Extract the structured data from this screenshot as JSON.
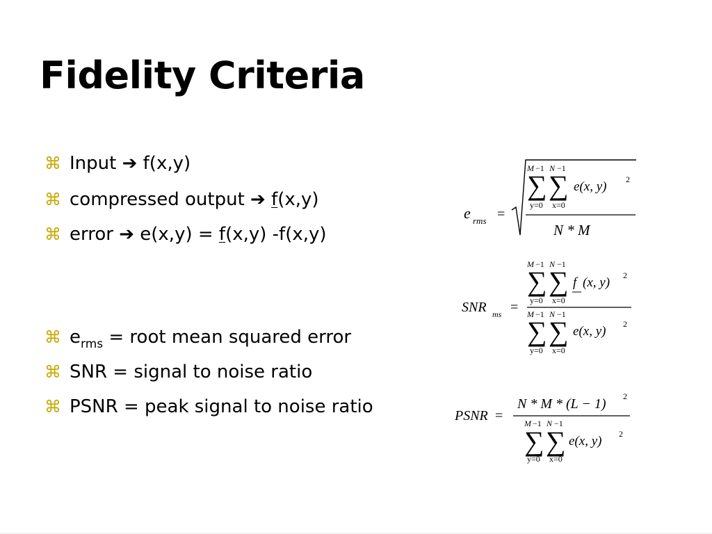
{
  "title": "Fidelity Criteria",
  "bullet_mark": "⌘",
  "bullets": {
    "input": {
      "label": "Input",
      "arrow": "➔",
      "value": "f(x,y)"
    },
    "compressed": {
      "label": "compressed output",
      "arrow": "➔",
      "f_under": "f",
      "rest": "(x,y)"
    },
    "error": {
      "label": "error",
      "arrow": "➔",
      "lhs": "e(x,y) = ",
      "f_under": "f",
      "rest": "(x,y) -f(x,y)"
    },
    "erms": {
      "e": "e",
      "sub": "rms",
      "text": " = root mean squared error"
    },
    "snr": "SNR = signal to noise ratio",
    "psnr": "PSNR = peak signal to noise ratio"
  },
  "equations": {
    "erms": {
      "lhs": "e",
      "lhs_sub": "rms",
      "eq": "=",
      "upper_M": "M",
      "upper_N": "N",
      "minus1": "−1",
      "lower_y": "y=0",
      "lower_x": "x=0",
      "term": "e(x, y)",
      "exp": "2",
      "denominator": "N * M"
    },
    "snr": {
      "lhs": "SNR",
      "lhs_sub": "ms",
      "eq": "=",
      "upper_M": "M",
      "upper_N": "N",
      "minus1": "−1",
      "lower_y": "y=0",
      "lower_x": "x=0",
      "num_f": "f",
      "num_term": "(x, y)",
      "exp": "2",
      "den_term": "e(x, y)"
    },
    "psnr": {
      "lhs": "PSNR",
      "eq": "=",
      "numerator": "N * M * (L − 1)",
      "exp": "2",
      "upper_M": "M",
      "upper_N": "N",
      "minus1": "−1",
      "lower_y": "y=0",
      "lower_x": "x=0",
      "den_term": "e(x, y)"
    }
  }
}
